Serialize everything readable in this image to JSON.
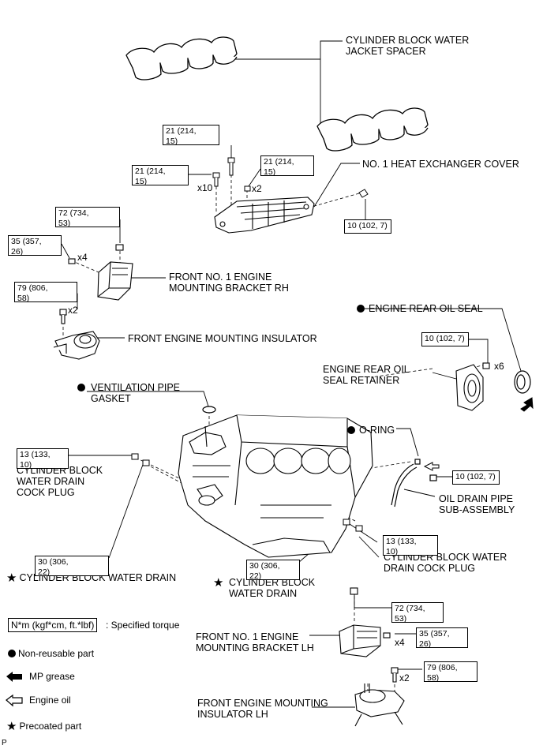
{
  "labels": {
    "water_jacket_spacer": "CYLINDER BLOCK WATER\nJACKET SPACER",
    "heat_exchanger_cover": "NO. 1 HEAT EXCHANGER COVER",
    "bracket_rh": "FRONT NO. 1 ENGINE\nMOUNTING BRACKET RH",
    "insulator": "FRONT ENGINE MOUNTING INSULATOR",
    "rear_oil_seal": "ENGINE REAR OIL SEAL",
    "rear_oil_seal_retainer": "ENGINE REAR OIL\nSEAL RETAINER",
    "ventilation_gasket": "VENTILATION PIPE\nGASKET",
    "o_ring": "O-RING",
    "drain_cock_plug_left": "CYLINDER BLOCK\nWATER DRAIN\nCOCK PLUG",
    "oil_drain_pipe": "OIL DRAIN PIPE\nSUB-ASSEMBLY",
    "drain_cock_plug_right": "CYLINDER BLOCK WATER\nDRAIN COCK PLUG",
    "water_drain_left": "CYLINDER BLOCK WATER DRAIN",
    "water_drain_center": "CYLINDER BLOCK\nWATER DRAIN",
    "bracket_lh": "FRONT NO. 1 ENGINE\nMOUNTING BRACKET LH",
    "insulator_lh": "FRONT ENGINE MOUNTING\nINSULATOR LH"
  },
  "torques": {
    "t21a": {
      "value": "21 (214,",
      "cont": "15)"
    },
    "t21b": {
      "value": "21 (214,",
      "cont": "15)"
    },
    "t21c": {
      "value": "21 (214,",
      "cont": "15)"
    },
    "t10a": {
      "value": "10 (102, 7)",
      "cont": ""
    },
    "t72a": {
      "value": "72 (734,",
      "cont": "53)"
    },
    "t35a": {
      "value": "35 (357,",
      "cont": "26)"
    },
    "t79a": {
      "value": "79 (806,",
      "cont": "58)"
    },
    "t10b": {
      "value": "10 (102, 7)",
      "cont": ""
    },
    "t13a": {
      "value": "13 (133,",
      "cont": "10)"
    },
    "t10c": {
      "value": "10 (102, 7)",
      "cont": ""
    },
    "t30a": {
      "value": "30 (306,",
      "cont": "22)"
    },
    "t13b": {
      "value": "13 (133,",
      "cont": "10)"
    },
    "t30b": {
      "value": "30 (306,",
      "cont": "22)"
    },
    "t72b": {
      "value": "72 (734,",
      "cont": "53)"
    },
    "t35b": {
      "value": "35 (357,",
      "cont": "26)"
    },
    "t79b": {
      "value": "79 (806,",
      "cont": "58)"
    }
  },
  "quantities": {
    "q10": "x10",
    "q2a": "x2",
    "q4a": "x4",
    "q2b": "x2",
    "q6": "x6",
    "q4b": "x4",
    "q2c": "x2"
  },
  "legend": {
    "torque_box": "N*m (kgf*cm, ft.*lbf)",
    "torque_text": ": Specified torque",
    "non_reusable": "Non-reusable part",
    "mp_grease": "MP grease",
    "engine_oil": "Engine oil",
    "precoated": "Precoated part"
  },
  "page_code": "P"
}
